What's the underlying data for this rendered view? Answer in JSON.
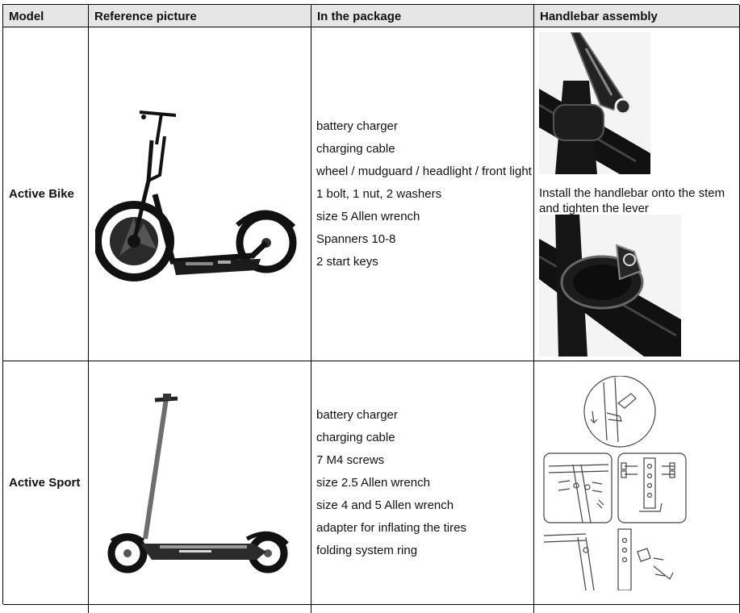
{
  "headers": {
    "model": "Model",
    "reference": "Reference picture",
    "package": "In the package",
    "handlebar": "Handlebar assembly"
  },
  "rows": [
    {
      "model": "Active Bike",
      "items": [
        "battery charger",
        "charging cable",
        "wheel / mudguard / headlight / front light",
        "1 bolt, 1 nut, 2 washers",
        "size 5 Allen wrench",
        "Spanners 10-8",
        "2 start keys"
      ],
      "handlebar_note": "Install the handlebar onto the stem and tighten the lever"
    },
    {
      "model": "Active Sport",
      "items": [
        "battery charger",
        "charging cable",
        "7 M4 screws",
        "size 2.5 Allen wrench",
        "size 4 and 5 Allen wrench",
        "adapter for inflating the tires",
        "folding system ring"
      ]
    }
  ]
}
